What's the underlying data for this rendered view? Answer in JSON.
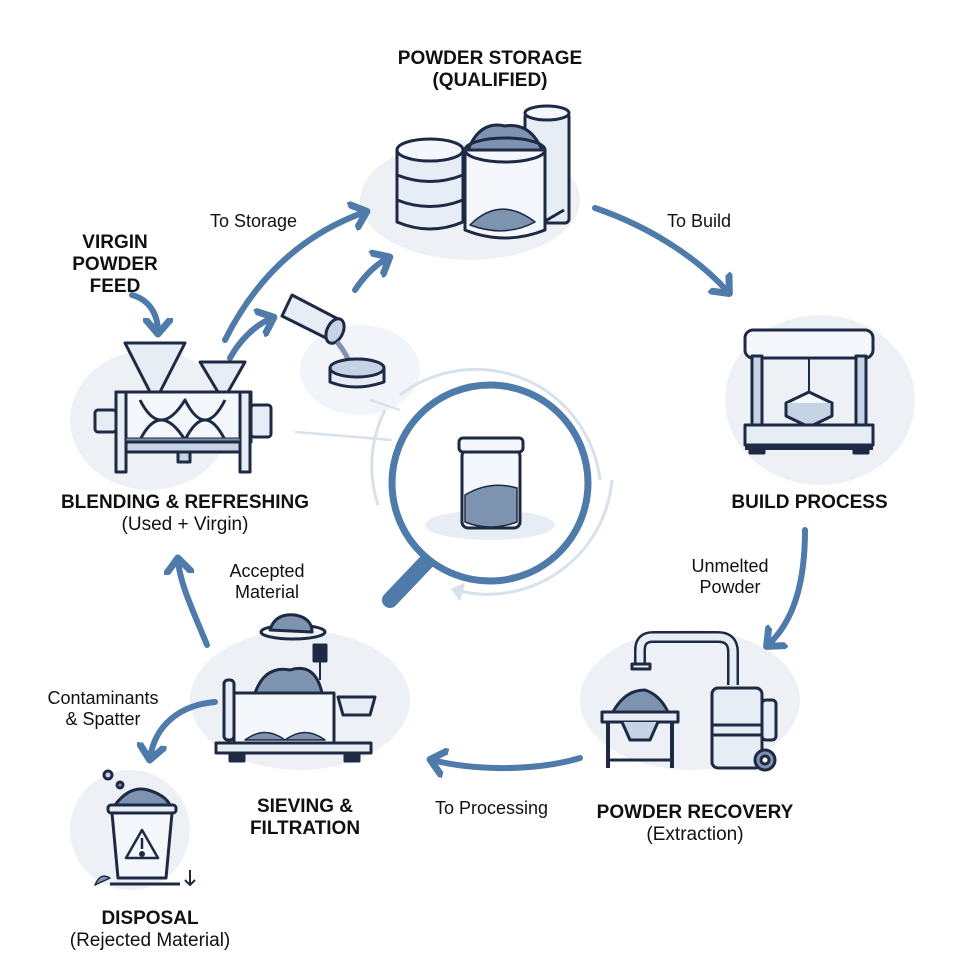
{
  "colors": {
    "arrow": "#4f7bab",
    "ink": "#1e2a44",
    "fill_light": "#e7edf5",
    "fill_mid": "#c5d3e4",
    "powder": "#7e93b0",
    "blob": "#edf1f6",
    "ring_faint": "#d8e1ec"
  },
  "stages": [
    {
      "id": "storage",
      "title": [
        "POWDER STORAGE",
        "(QUALIFIED)"
      ],
      "subtitle": ""
    },
    {
      "id": "build",
      "title": [
        "BUILD PROCESS"
      ],
      "subtitle": ""
    },
    {
      "id": "recovery",
      "title": [
        "POWDER RECOVERY"
      ],
      "subtitle": "(Extraction)"
    },
    {
      "id": "sieving",
      "title": [
        "SIEVING &",
        "FILTRATION"
      ],
      "subtitle": ""
    },
    {
      "id": "disposal",
      "title": [
        "DISPOSAL"
      ],
      "subtitle": "(Rejected Material)"
    },
    {
      "id": "blending",
      "title": [
        "BLENDING & REFRESHING"
      ],
      "subtitle": "(Used + Virgin)"
    },
    {
      "id": "virgin",
      "title": [
        "VIRGIN",
        "POWDER",
        "FEED"
      ],
      "subtitle": ""
    }
  ],
  "flows": {
    "to_storage": "To Storage",
    "to_build": "To Build",
    "unmelted": [
      "Unmelted",
      "Powder"
    ],
    "to_processing": "To Processing",
    "accepted": [
      "Accepted",
      "Material"
    ],
    "contaminants": [
      "Contaminants",
      "& Spatter"
    ]
  },
  "icons": {
    "storage": "storage-tanks-icon",
    "build": "3d-printer-icon",
    "recovery": "vacuum-recovery-icon",
    "sieving": "sieve-machine-icon",
    "disposal": "hazard-bin-icon",
    "blending": "ribbon-blender-icon",
    "sampling": "magnifier-sample-jar-icon",
    "pour": "pouring-container-icon"
  }
}
